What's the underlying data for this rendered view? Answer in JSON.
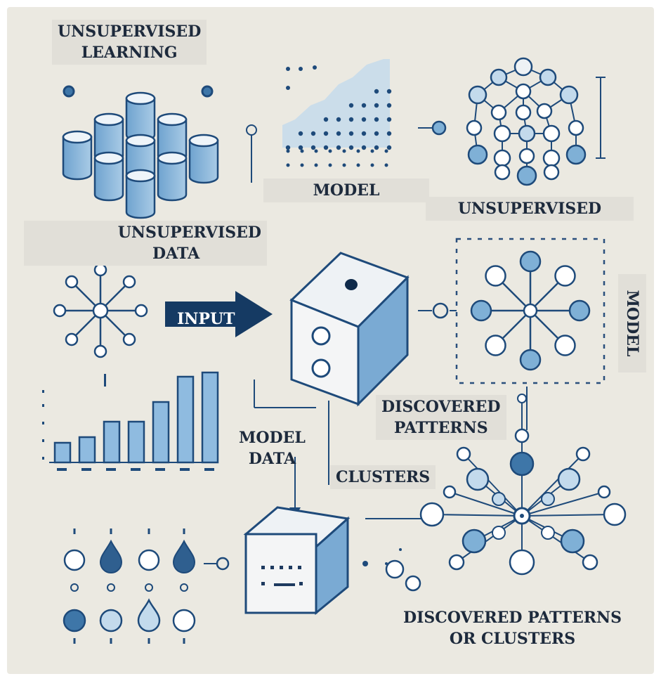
{
  "labels": {
    "unsupervised_learning": [
      "UNSUPERVISED",
      "LEARNING"
    ],
    "model_top": "MODEL",
    "unsupervised_top": "UNSUPERVISED",
    "unsupervised_data": [
      "UNSUPERVISED",
      "DATA"
    ],
    "input": "INPUT",
    "model_side": "MODEL",
    "discovered_patterns": [
      "DISCOVERED",
      "PATTERNS"
    ],
    "model_data": [
      "MODEL",
      "DATA"
    ],
    "clusters": "CLUSTERS",
    "discovered_patterns_or_clusters": [
      "DISCOVERED PATTERNS",
      "OR CLUSTERS"
    ]
  },
  "colors": {
    "background": "#ebe9e1",
    "navy": "#1e4a7a",
    "fill_light": "#c3daec",
    "fill_mid": "#7fb0d6",
    "fill_dark": "#3e76a8",
    "dark_text": "#1d2a3c"
  },
  "icons": [
    "database-cylinders-icon",
    "bar-chart-icon",
    "network-graph-icon",
    "star-network-icon",
    "model-cube-icon",
    "droplet-icon"
  ]
}
